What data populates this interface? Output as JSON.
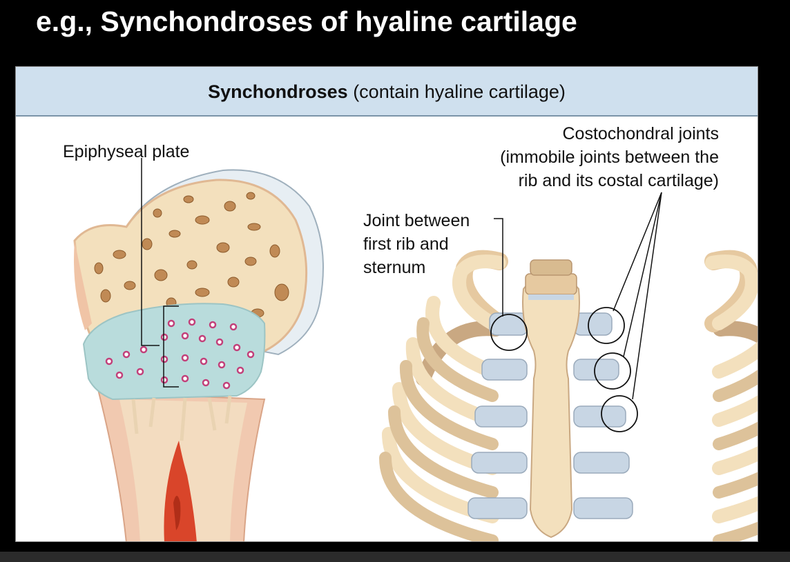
{
  "slide": {
    "title": "e.g., Synchondroses of hyaline cartilage"
  },
  "figure": {
    "banner_bold": "Synchondroses",
    "banner_rest": " (contain hyaline cartilage)",
    "labels": {
      "epiphyseal_plate": "Epiphyseal plate",
      "joint_first_rib_line1": "Joint between",
      "joint_first_rib_line2": "first rib and",
      "joint_first_rib_line3": "sternum",
      "costochondral_line1": "Costochondral joints",
      "costochondral_line2": "(immobile joints between the",
      "costochondral_line3": "rib and its costal cartilage)"
    },
    "colors": {
      "bone": "#f3e0bd",
      "bone_dark": "#c9a882",
      "cartilage": "#c8d6e4",
      "plate": "#b9dcdc",
      "marrow": "#d9452a",
      "banner": "#cfe0ee"
    }
  }
}
